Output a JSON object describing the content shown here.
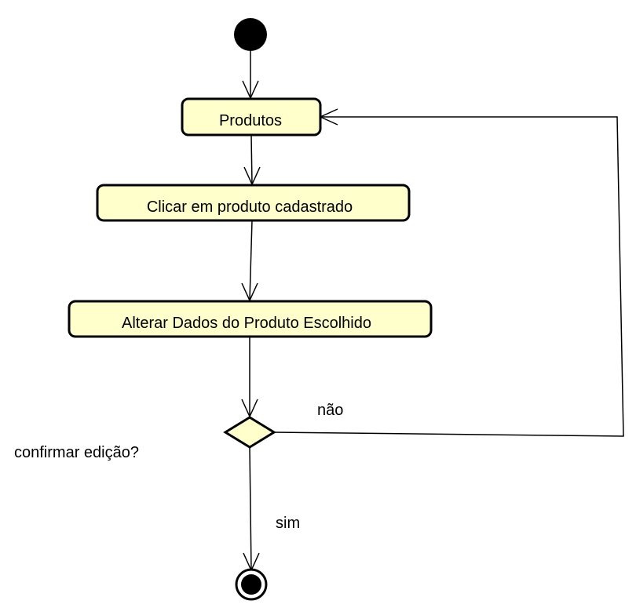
{
  "diagram": {
    "nodes": {
      "produtos": {
        "label": "Produtos"
      },
      "clicar": {
        "label": "Clicar em produto cadastrado"
      },
      "alterar": {
        "label": "Alterar Dados do Produto Escolhido"
      },
      "decision": {
        "label": "confirmar edição?"
      }
    },
    "edges": {
      "nao": {
        "label": "não"
      },
      "sim": {
        "label": "sim"
      }
    }
  },
  "colors": {
    "node_fill": "#ffffcc",
    "stroke": "#000000"
  }
}
